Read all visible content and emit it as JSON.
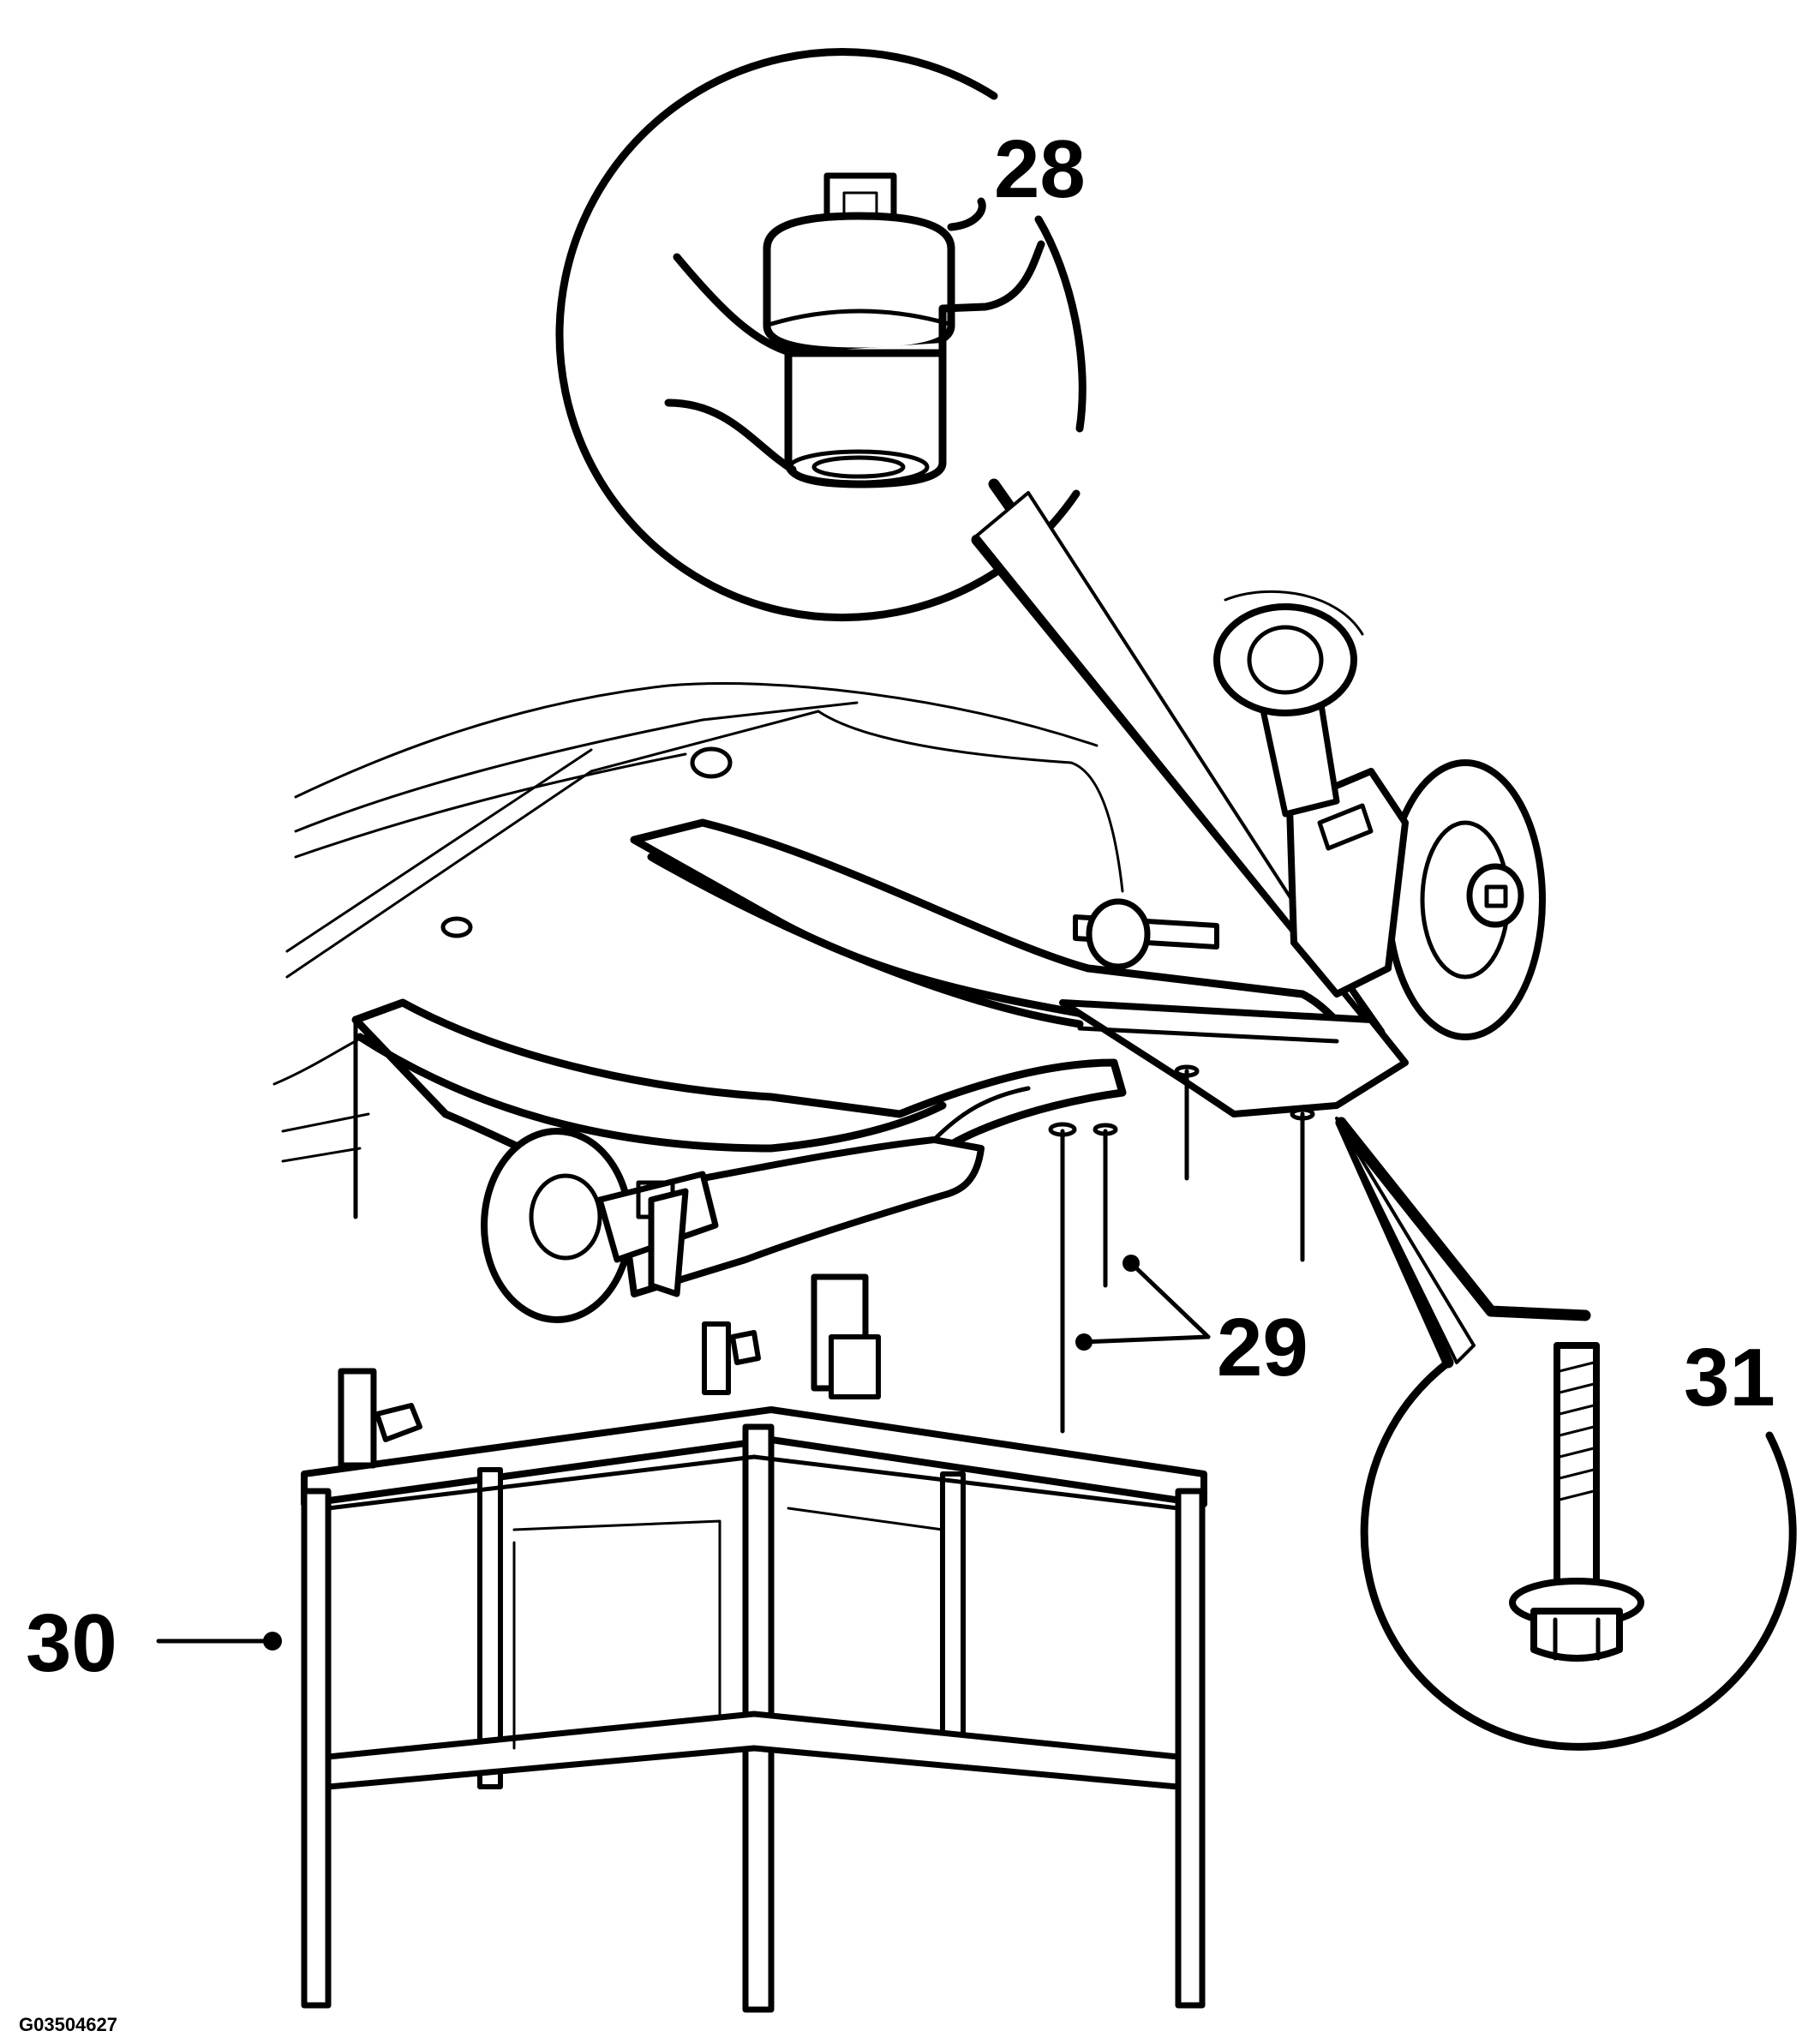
{
  "diagram": {
    "callouts": {
      "c28": "28",
      "c29": "29",
      "c30": "30",
      "c31": "31"
    },
    "figure_code": "G03504627"
  }
}
